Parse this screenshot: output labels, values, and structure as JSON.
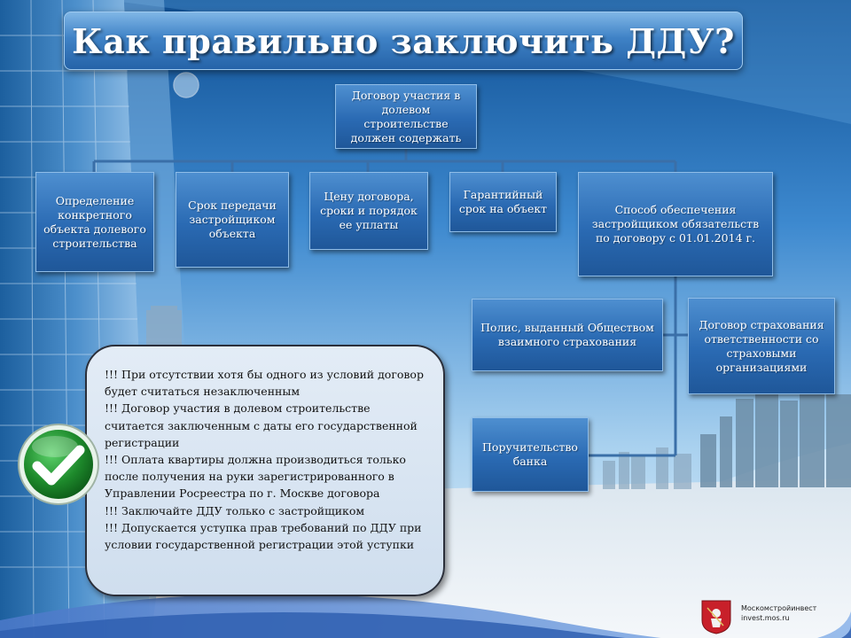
{
  "title": "Как правильно заключить ДДУ?",
  "root_box": "Договор участия в долевом строительстве должен содержать",
  "requirements": [
    "Определение конкретного объекта долевого строительства",
    "Срок передачи застройщиком объекта",
    "Цену договора, сроки и порядок ее уплаты",
    "Гарантийный срок на объект",
    "Способ обеспечения застройщиком обязательств по договору с 01.01.2014 г."
  ],
  "security_methods": [
    "Полис, выданный Обществом взаимного страхования",
    "Договор страхования ответственности со страховыми организациями",
    "Поручительство банка"
  ],
  "notes": [
    "!!! При отсутствии хотя бы одного из условий договор будет считаться незаключенным",
    "!!! Договор участия в долевом строительстве считается заключенным с даты его государственной регистрации",
    "!!! Оплата квартиры должна производиться только после получения на руки зарегистрированного в Управлении Росреестра по г. Москве договора",
    "!!! Заключайте ДДУ только с застройщиком",
    "!!! Допускается уступка прав требований по ДДУ при условии государственной регистрации этой уступки"
  ],
  "footer": {
    "line1": "Москомстройинвест",
    "line2": "invest.mos.ru"
  },
  "icons": {
    "check": "check-mark-icon",
    "logo": "moscow-coat-of-arms-icon"
  },
  "colors": {
    "box": "#2a6ab3",
    "connector": "#3a6fa8",
    "check_green": "#1e8a2c"
  }
}
